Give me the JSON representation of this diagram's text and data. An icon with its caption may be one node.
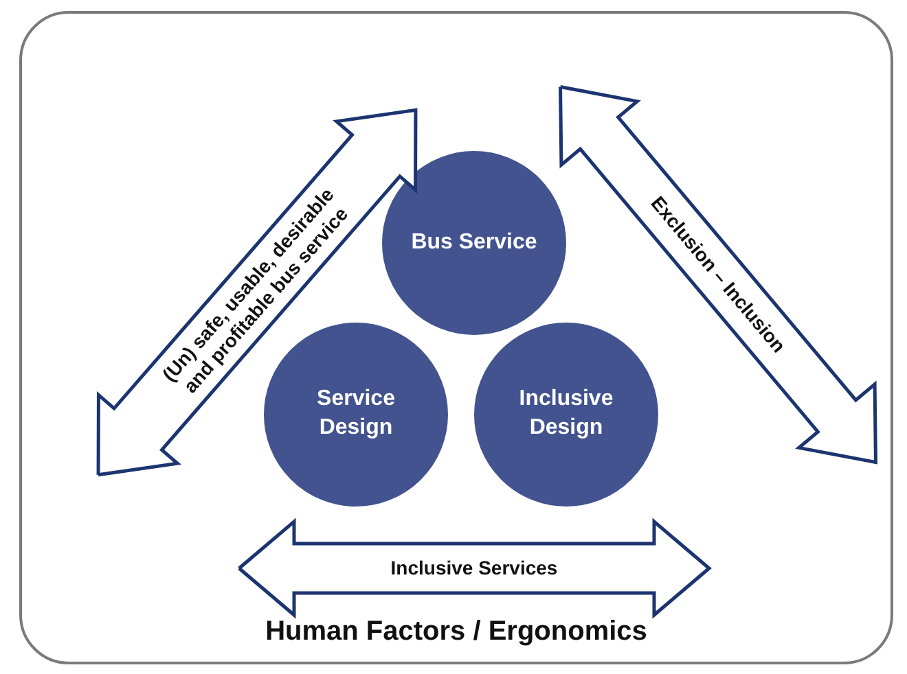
{
  "diagram": {
    "nodes": [
      {
        "text": [
          "Human Factors / Ergonomics"
        ]
      },
      {
        "text": [
          "Bus Service"
        ],
        "in": 0
      },
      {
        "text": [
          "Service Design"
        ],
        "in": 0
      },
      {
        "text": [
          "Inclusive Design"
        ],
        "in": 0
      },
      {
        "text": [
          "(Un) safe,  usable, desirable and profitable bus service"
        ],
        "in": 0
      },
      {
        "text": [
          "Exclusion – Inclusion"
        ],
        "in": 0
      },
      {
        "text": [
          "Inclusive Services"
        ],
        "in": 0
      }
    ]
  }
}
